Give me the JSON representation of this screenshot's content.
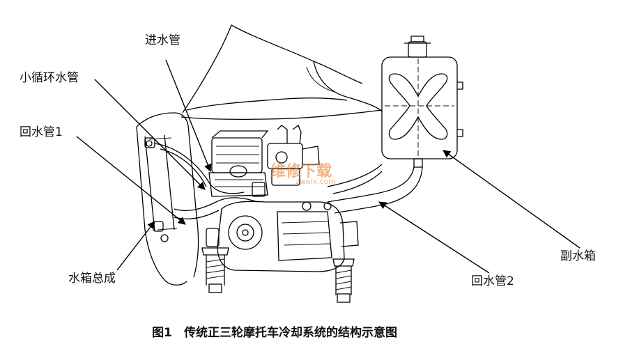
{
  "labels": {
    "inlet_pipe": "进水管",
    "small_circ_pipe": "小循环水管",
    "return_pipe_1": "回水管1",
    "radiator_assembly": "水箱总成",
    "return_pipe_2": "回水管2",
    "aux_tank": "副水箱"
  },
  "caption": {
    "figure_no": "图1",
    "text": "传统正三轮摩托车冷却系统的结构示意图"
  },
  "watermark": {
    "cn": "维修下载",
    "url": "zweix.com"
  },
  "colors": {
    "line": "#000000",
    "watermark": "#e07a2a"
  }
}
